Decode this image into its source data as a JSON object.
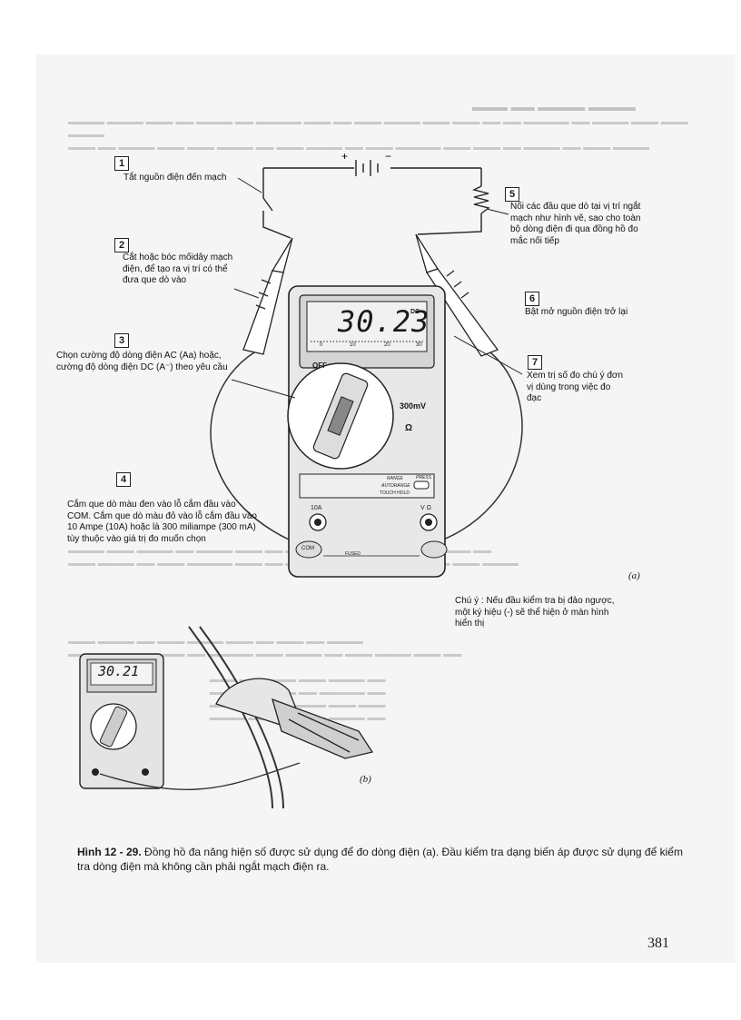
{
  "steps": [
    {
      "num": "1",
      "text": "Tắt nguồn điện đến mạch"
    },
    {
      "num": "2",
      "text": "Cắt hoặc bóc mốidây mạch điện, để tạo ra vị trí có thể đưa que dò vào"
    },
    {
      "num": "3",
      "text": "Chọn cường độ dòng điện AC (Aa) hoặc, cường độ dòng điện DC (A⁻) theo yêu cầu"
    },
    {
      "num": "4",
      "text": "Cắm que dò màu đen vào lỗ cắm đầu vào COM. Cắm que dò màu đỏ vào lỗ cắm đầu vào 10 Ampe (10A) hoặc là 300 miliampe (300 mA) tùy thuộc vào giá trị đo muốn chọn"
    },
    {
      "num": "5",
      "text": "Nối các đầu que dò tại vị trí ngắt mạch như hình vẽ, sao cho toàn bộ dòng điện đi qua đồng hồ đo mắc nối tiếp"
    },
    {
      "num": "6",
      "text": "Bật mở nguồn điện trở lại"
    },
    {
      "num": "7",
      "text": "Xem trị số đo chú ý đơn vị dùng trong việc đo đạc"
    }
  ],
  "note": "Chú ý : Nếu đầu kiểm tra bị đảo ngược, một ký hiệu (-) sẽ thể hiện ở màn hình hiển thị",
  "meter_a": {
    "reading": "30.23",
    "unit": "DC",
    "scale": [
      "0",
      "10",
      "20",
      "30"
    ],
    "dial": {
      "off": "OFF",
      "mv": "300mV",
      "ohm": "Ω"
    },
    "buttons": {
      "range": "RANGE",
      "autorange": "AUTORANGE",
      "touch_hold": "TOUCH HOLD",
      "press": "PRESS"
    },
    "jacks": {
      "a10": "10A",
      "com": "COM",
      "vohm": "V Ω",
      "fused": "FUSED"
    }
  },
  "meter_b": {
    "reading": "30.21"
  },
  "labels": {
    "a": "(a)",
    "b": "(b)"
  },
  "caption": {
    "prefix": "Hình 12 - 29.",
    "text": "Đồng hồ đa năng hiện số được sử dụng để đo dòng điện (a). Đầu kiểm tra dạng biến áp được sử dụng để kiểm tra dòng điện mà không cần phải ngắt mạch điện ra."
  },
  "page_number": "381"
}
